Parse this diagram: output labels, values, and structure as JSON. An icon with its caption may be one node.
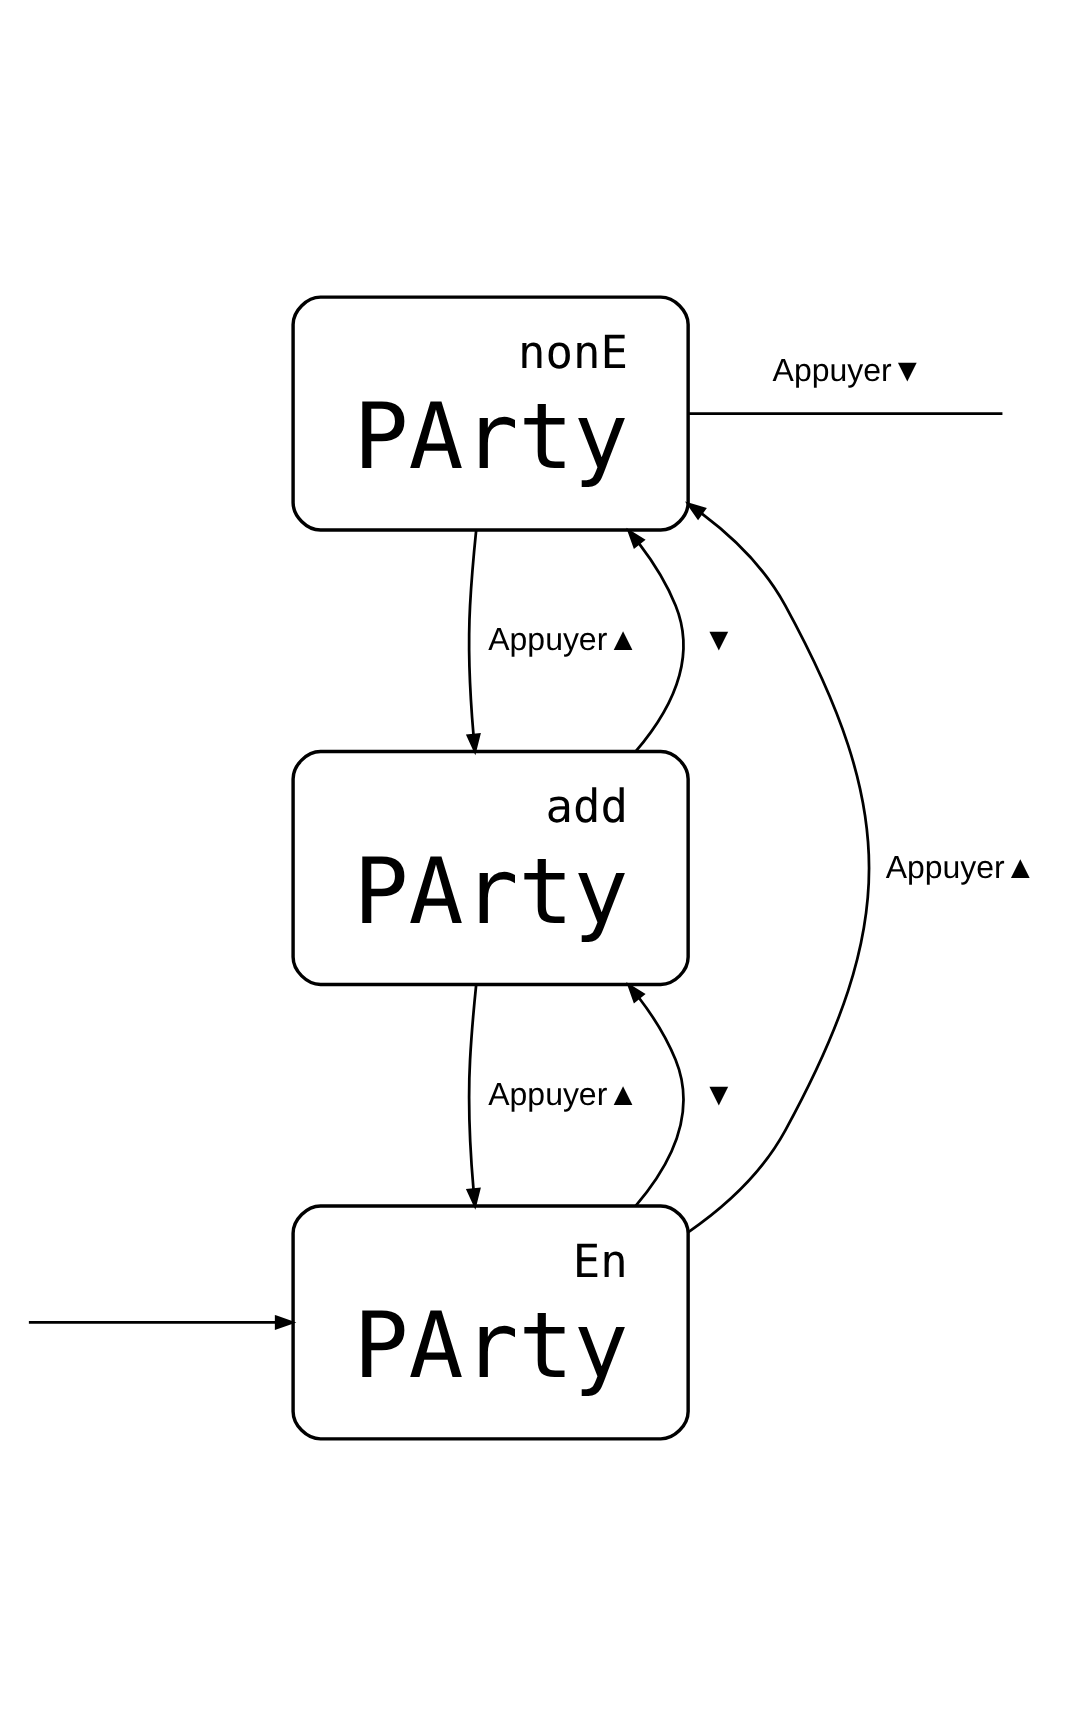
{
  "diagram": {
    "nodes": [
      {
        "text": [
          "nonE",
          "PArty"
        ]
      },
      {
        "text": [
          "add",
          "PArty"
        ]
      },
      {
        "text": [
          "En",
          "PArty"
        ]
      }
    ],
    "edges": [
      {
        "from": 0,
        "to": null,
        "arrow": "none",
        "label": "Appuyer▼"
      },
      {
        "from": 0,
        "to": 1,
        "arrow": "to",
        "label": "Appuyer▲"
      },
      {
        "from": 1,
        "to": 0,
        "arrow": "to",
        "label": "▼"
      },
      {
        "from": 1,
        "to": 2,
        "arrow": "to",
        "label": "Appuyer▲"
      },
      {
        "from": 2,
        "to": 1,
        "arrow": "to",
        "label": "▼"
      },
      {
        "from": 2,
        "to": 0,
        "arrow": "to",
        "label": "Appuyer▲"
      },
      {
        "from": null,
        "to": 2,
        "arrow": "to"
      }
    ]
  }
}
